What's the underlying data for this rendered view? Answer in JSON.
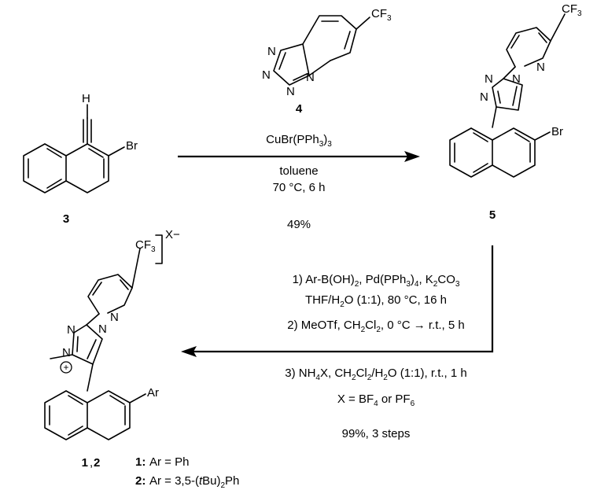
{
  "scheme": {
    "compound_3": {
      "number": "3",
      "atom_h": "H",
      "atom_br": "Br"
    },
    "compound_4": {
      "number": "4",
      "atom_n": "N",
      "group_cf3": "CF3"
    },
    "compound_5": {
      "number": "5",
      "atom_n": "N",
      "atom_br": "Br",
      "group_cf3": "CF3"
    },
    "compound_12": {
      "number_1": "1",
      "comma": ",",
      "number_2": "2",
      "atom_n": "N",
      "plus": "+",
      "group_cf3": "CF3",
      "counterion": "X−",
      "substituent_ar": "Ar"
    },
    "step1": {
      "reagent_prefix": "CuBr(PPh",
      "reagent_sub": "3",
      "reagent_suffix": ")3",
      "solvent": "toluene",
      "conditions": "70 °C, 6 h",
      "yield": "49%"
    },
    "step2": {
      "line1": "1) Ar-B(OH)2, Pd(PPh3)4, K2CO3",
      "line2": "THF/H2O (1:1), 80 °C, 16 h",
      "line3": "2) MeOTf, CH2Cl2, 0 °C → r.t., 5 h",
      "line4": "3) NH4X, CH2Cl2/H2O (1:1), r.t., 1 h",
      "line5": "X = BF4 or PF6",
      "yield": "99%, 3 steps"
    },
    "legend": {
      "entry1_label": "1:",
      "entry1_text": "Ar = Ph",
      "entry2_label": "2:",
      "entry2_text": "Ar = 3,5-(tBu)2Ph"
    }
  }
}
